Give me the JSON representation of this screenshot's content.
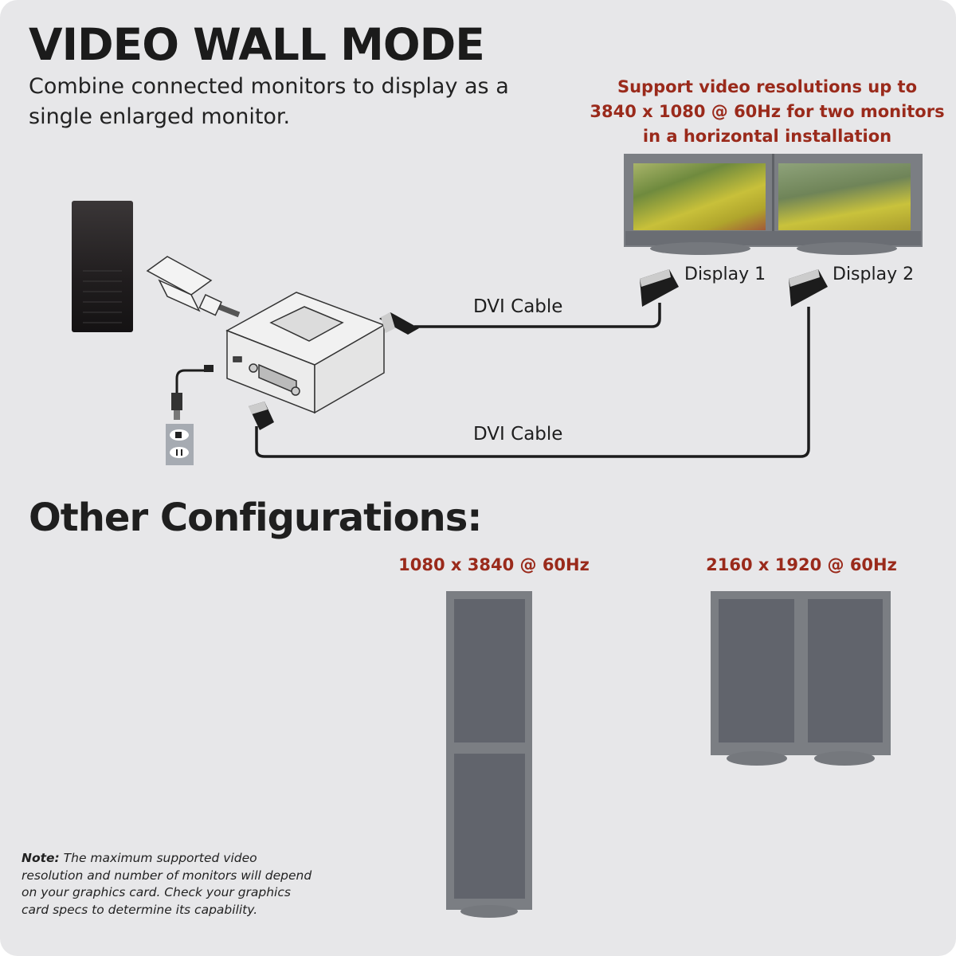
{
  "header": {
    "title": "VIDEO WALL MODE",
    "subtitle": "Combine connected monitors to display as a single enlarged monitor."
  },
  "support_note": {
    "lines": [
      "Support video resolutions up to",
      "3840 x 1080 @ 60Hz for two monitors",
      "in a horizontal installation"
    ]
  },
  "displays": [
    {
      "label": "Display 1"
    },
    {
      "label": "Display 2"
    }
  ],
  "cables": [
    {
      "label": "DVI Cable"
    },
    {
      "label": "DVI Cable"
    }
  ],
  "other": {
    "title": "Other Configurations:",
    "configs": [
      {
        "resolution": "1080 x 3840 @ 60Hz",
        "orientation": "vertical"
      },
      {
        "resolution": "2160 x 1920 @ 60Hz",
        "orientation": "horizontal"
      }
    ]
  },
  "note": {
    "label": "Note:",
    "text": " The maximum supported video resolution and number of monitors will depend on your graphics card. Check your graphics card specs to determine its capability."
  },
  "colors": {
    "accent_red": "#9a2a1b",
    "background": "#e7e7e9",
    "monitor_frame": "#7b7e83",
    "monitor_panel": "#61646c"
  }
}
